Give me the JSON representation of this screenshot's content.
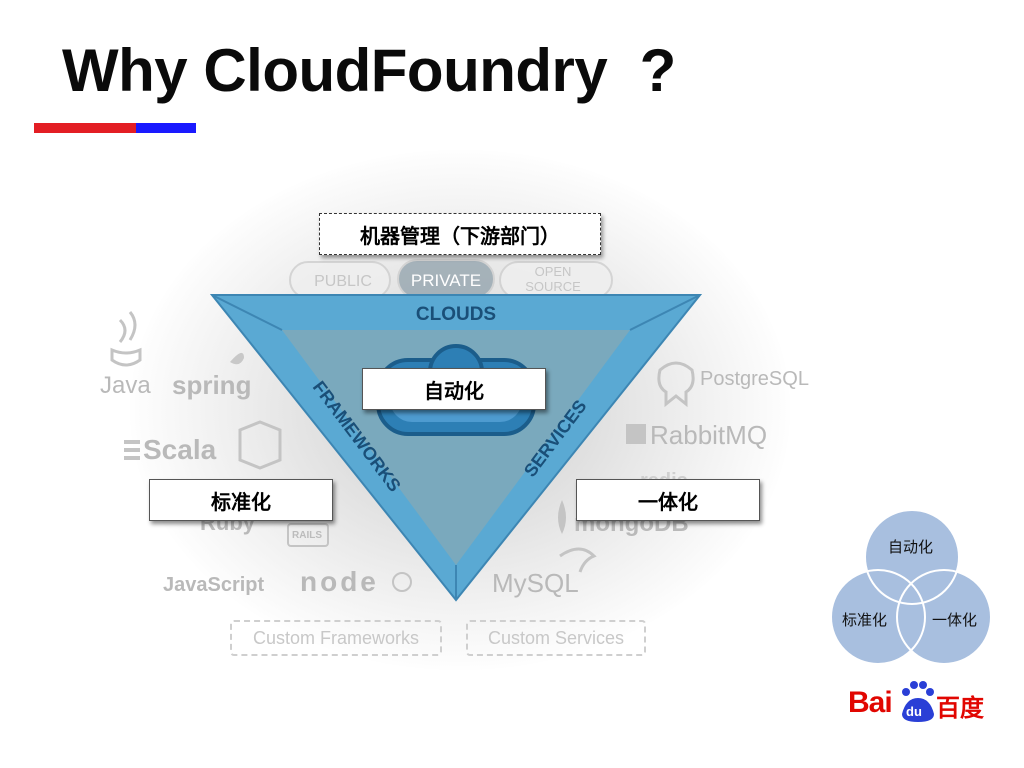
{
  "slide": {
    "title": "Why CloudFoundry  ?"
  },
  "callouts": {
    "top": "机器管理（下游部门）",
    "center": "自动化",
    "left": "标准化",
    "right": "一体化"
  },
  "triangle": {
    "top_edge": "CLOUDS",
    "left_edge": "FRAMEWORKS",
    "right_edge": "SERVICES"
  },
  "clouds": {
    "items": [
      "PUBLIC",
      "PRIVATE",
      "OPEN SOURCE"
    ],
    "open": "OPEN",
    "source": "SOURCE"
  },
  "frameworks": {
    "java": "Java",
    "spring": "spring",
    "scala": "Scala",
    "ruby": "Ruby",
    "rails": "RAILS",
    "javascript": "JavaScript",
    "node": "node"
  },
  "services": {
    "postgres": "PostgreSQL",
    "rabbitmq": "RabbitMQ",
    "redis": "redis",
    "mongodb": "mongoDB",
    "mysql": "MySQL"
  },
  "custom": {
    "frameworks": "Custom Frameworks",
    "services": "Custom Services"
  },
  "venn": {
    "top": "自动化",
    "left": "标准化",
    "right": "一体化"
  },
  "brand": {
    "bai": "Bai",
    "du": "du",
    "cn": "百度"
  },
  "colors": {
    "triangle_outer": "#5aa9d3",
    "triangle_inner": "#7fb7cc",
    "venn_fill": "#a8bfdf",
    "venn_overlap": "#7f9fcc",
    "baidu_red": "#e10601",
    "baidu_blue": "#2a3fd6"
  }
}
